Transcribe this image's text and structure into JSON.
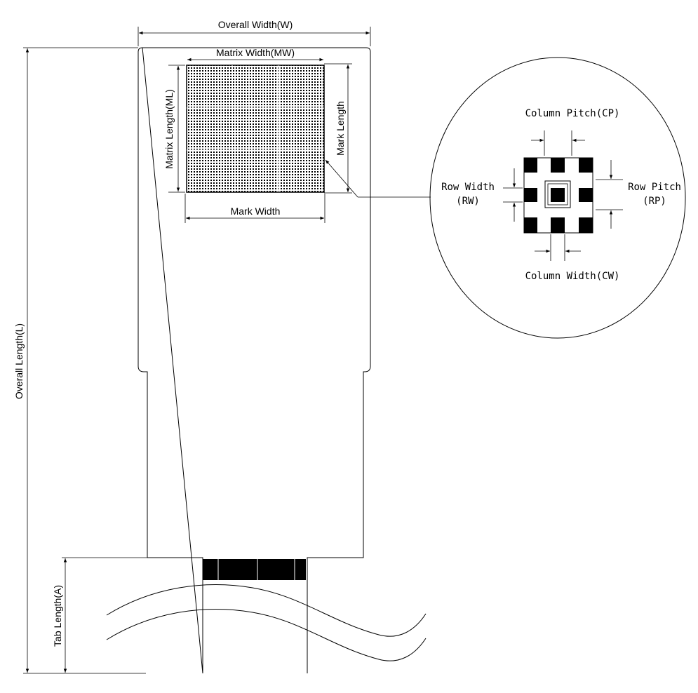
{
  "labels": {
    "overall_width": "Overall Width(W)",
    "overall_length": "Overall Length(L)",
    "matrix_width": "Matrix Width(MW)",
    "matrix_length": "Matrix Length(ML)",
    "mark_length": "Mark Length",
    "mark_width": "Mark Width",
    "tab_length": "Tab Length(A)"
  },
  "detail": {
    "column_pitch": "Column  Pitch(CP)",
    "row_width_line1": "Row Width",
    "row_width_line2": "(RW)",
    "row_pitch_line1": "Row Pitch",
    "row_pitch_line2": "(RP)",
    "column_width": "Column  Width(CW)"
  },
  "colors": {
    "ink": "#000000",
    "paper": "#ffffff"
  }
}
